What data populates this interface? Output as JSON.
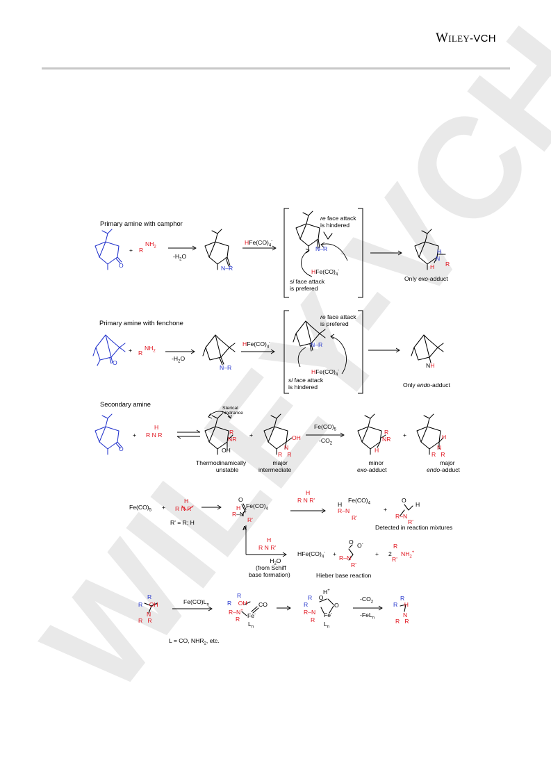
{
  "header": {
    "logo": "WILEY-VCH",
    "logo_main": "Wiley",
    "logo_sub": "-VCH"
  },
  "watermark": "WILEY-VCH",
  "sections": {
    "s1_title": "Primary amine with camphor",
    "s2_title": "Primary amine with fenchone",
    "s3_title": "Secondary amine"
  },
  "labels": {
    "plus": "+",
    "nh2": "NH",
    "r": "R",
    "r_nh2_r": "R",
    "minus_h2o": "-H",
    "minus_h2o_tail": "O",
    "n_r": "N–R",
    "h": "H",
    "hfe": "Fe(CO)",
    "re_face": "face attack",
    "re_word": "re",
    "is_hindered": "is hindered",
    "is_prefered": "is prefered",
    "si_word": "si",
    "only_exo_pre": "Only ",
    "only_exo_word": "exo",
    "only_exo_post": "-adduct",
    "only_endo_word": "endo",
    "sterical": "Sterical",
    "hindrance": "hindrance",
    "oh": "OH",
    "o": "O",
    "n": "N",
    "thermo1": "Thermodinamically",
    "thermo2": "unstable",
    "major": "major",
    "intermediate": "intermediate",
    "fe_co5": "Fe(CO)",
    "minus_co2": "-CO",
    "minor": "minor",
    "exo_adduct_word": "exo",
    "adduct_tail": "-adduct",
    "endo_adduct_word": "endo",
    "r_prime": "R'",
    "r_prime_eq": "R' = R; H",
    "fe_co4": "Fe(CO)",
    "compound_a": "A",
    "detected": "Detected in reaction mixtures",
    "h2o_word": "H",
    "from_schiff": "(from Schiff",
    "base_formation": "base formation)",
    "hfe_co4": "HFe(CO)",
    "hieber": "Hieber base reaction",
    "two": "2",
    "fe_coln": "Fe(CO)L",
    "fe": "Fe",
    "ln": "L",
    "minus_feln": "-FeL",
    "l_eq": "L = CO, NHR",
    "l_eq_tail": ", etc.",
    "c": "C",
    "o_minus": "O"
  }
}
